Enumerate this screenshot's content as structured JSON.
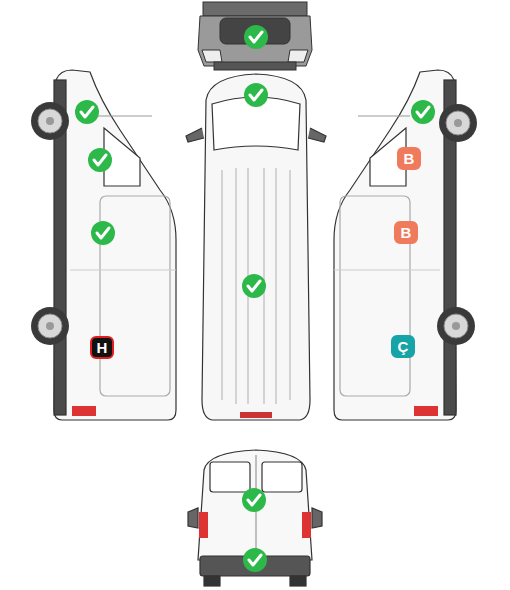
{
  "diagram": {
    "nodes": [
      {
        "text": [
          "B"
        ]
      },
      {
        "text": [
          "B"
        ]
      },
      {
        "text": [
          "H"
        ]
      },
      {
        "text": [
          "Ç"
        ]
      }
    ]
  }
}
